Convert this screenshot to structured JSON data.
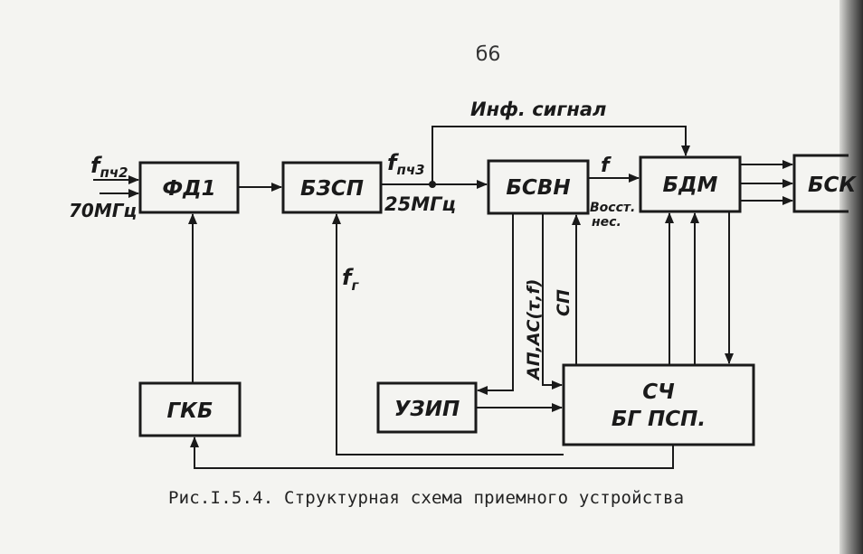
{
  "page_number": "  б6",
  "caption": "Рис.I.5.4. Структурная схема приемного устройства",
  "blocks": {
    "fd1": "ФД1",
    "bzsp": "БЗСП",
    "bsvn": "БСВН",
    "bdm": "БДМ",
    "bsk": "БСК",
    "gkb": "ГКБ",
    "uzip": "УЗИП",
    "sch_line1": "СЧ",
    "sch_line2": "БГ ПСП."
  },
  "labels": {
    "f_pch2_main": "f",
    "f_pch2_sub": "пч2",
    "freq_70": "70МГц",
    "f_pch3_main": "f",
    "f_pch3_sub": "пч3",
    "freq_25": "25МГц",
    "inf_signal": "Инф. сигнал",
    "f_out": "f",
    "vosst": "Восст.",
    "nes": "нес.",
    "fr_main": "f",
    "fr_sub": "г",
    "ap_ac": "АП,АС(τ,f)",
    "sp": "СП"
  }
}
